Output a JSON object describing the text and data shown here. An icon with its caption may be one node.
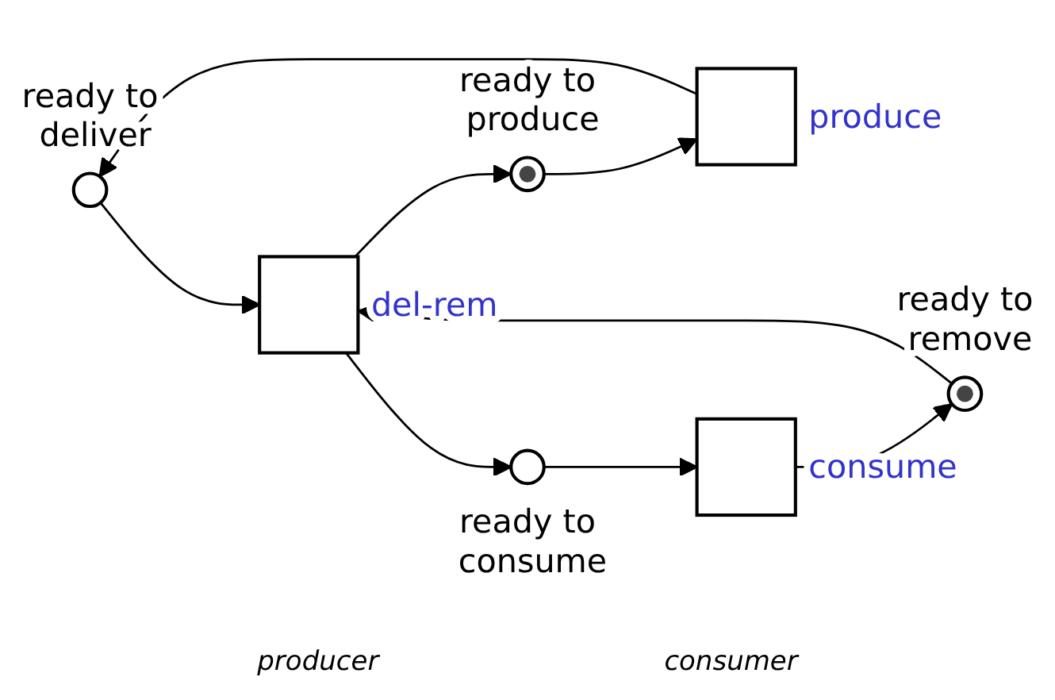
{
  "diagram": {
    "nodes": [
      {
        "text": [],
        "shape": "circle",
        "beside": [
          "ready to deliver"
        ]
      },
      {
        "text": [],
        "shape": "circle",
        "beside": [
          "ready to consume"
        ]
      },
      {
        "text": [],
        "shape": "box",
        "beside": [
          "produce"
        ]
      },
      {
        "text": [],
        "shape": "box",
        "beside": [
          "del-rem"
        ]
      },
      {
        "text": [],
        "shape": "box",
        "beside": [
          "consume"
        ]
      },
      {
        "text": [],
        "shape": "circle",
        "beside": [
          "ready to produce"
        ]
      },
      {
        "text": [],
        "shape": "circle",
        "beside": [
          "ready to remove"
        ]
      }
    ],
    "edges": [
      {
        "from": 2,
        "to": 0,
        "arrow": "to"
      },
      {
        "from": 0,
        "to": 3,
        "arrow": "to"
      },
      {
        "from": 3,
        "to": 5,
        "arrow": "to"
      },
      {
        "from": 5,
        "to": 2,
        "arrow": "to"
      },
      {
        "from": 3,
        "to": 1,
        "arrow": "to"
      },
      {
        "from": 1,
        "to": 4,
        "arrow": "to"
      },
      {
        "from": 4,
        "to": 6,
        "arrow": "to"
      },
      {
        "from": 6,
        "to": 3,
        "arrow": "to"
      }
    ],
    "labels": [
      "producer",
      "consumer"
    ]
  }
}
